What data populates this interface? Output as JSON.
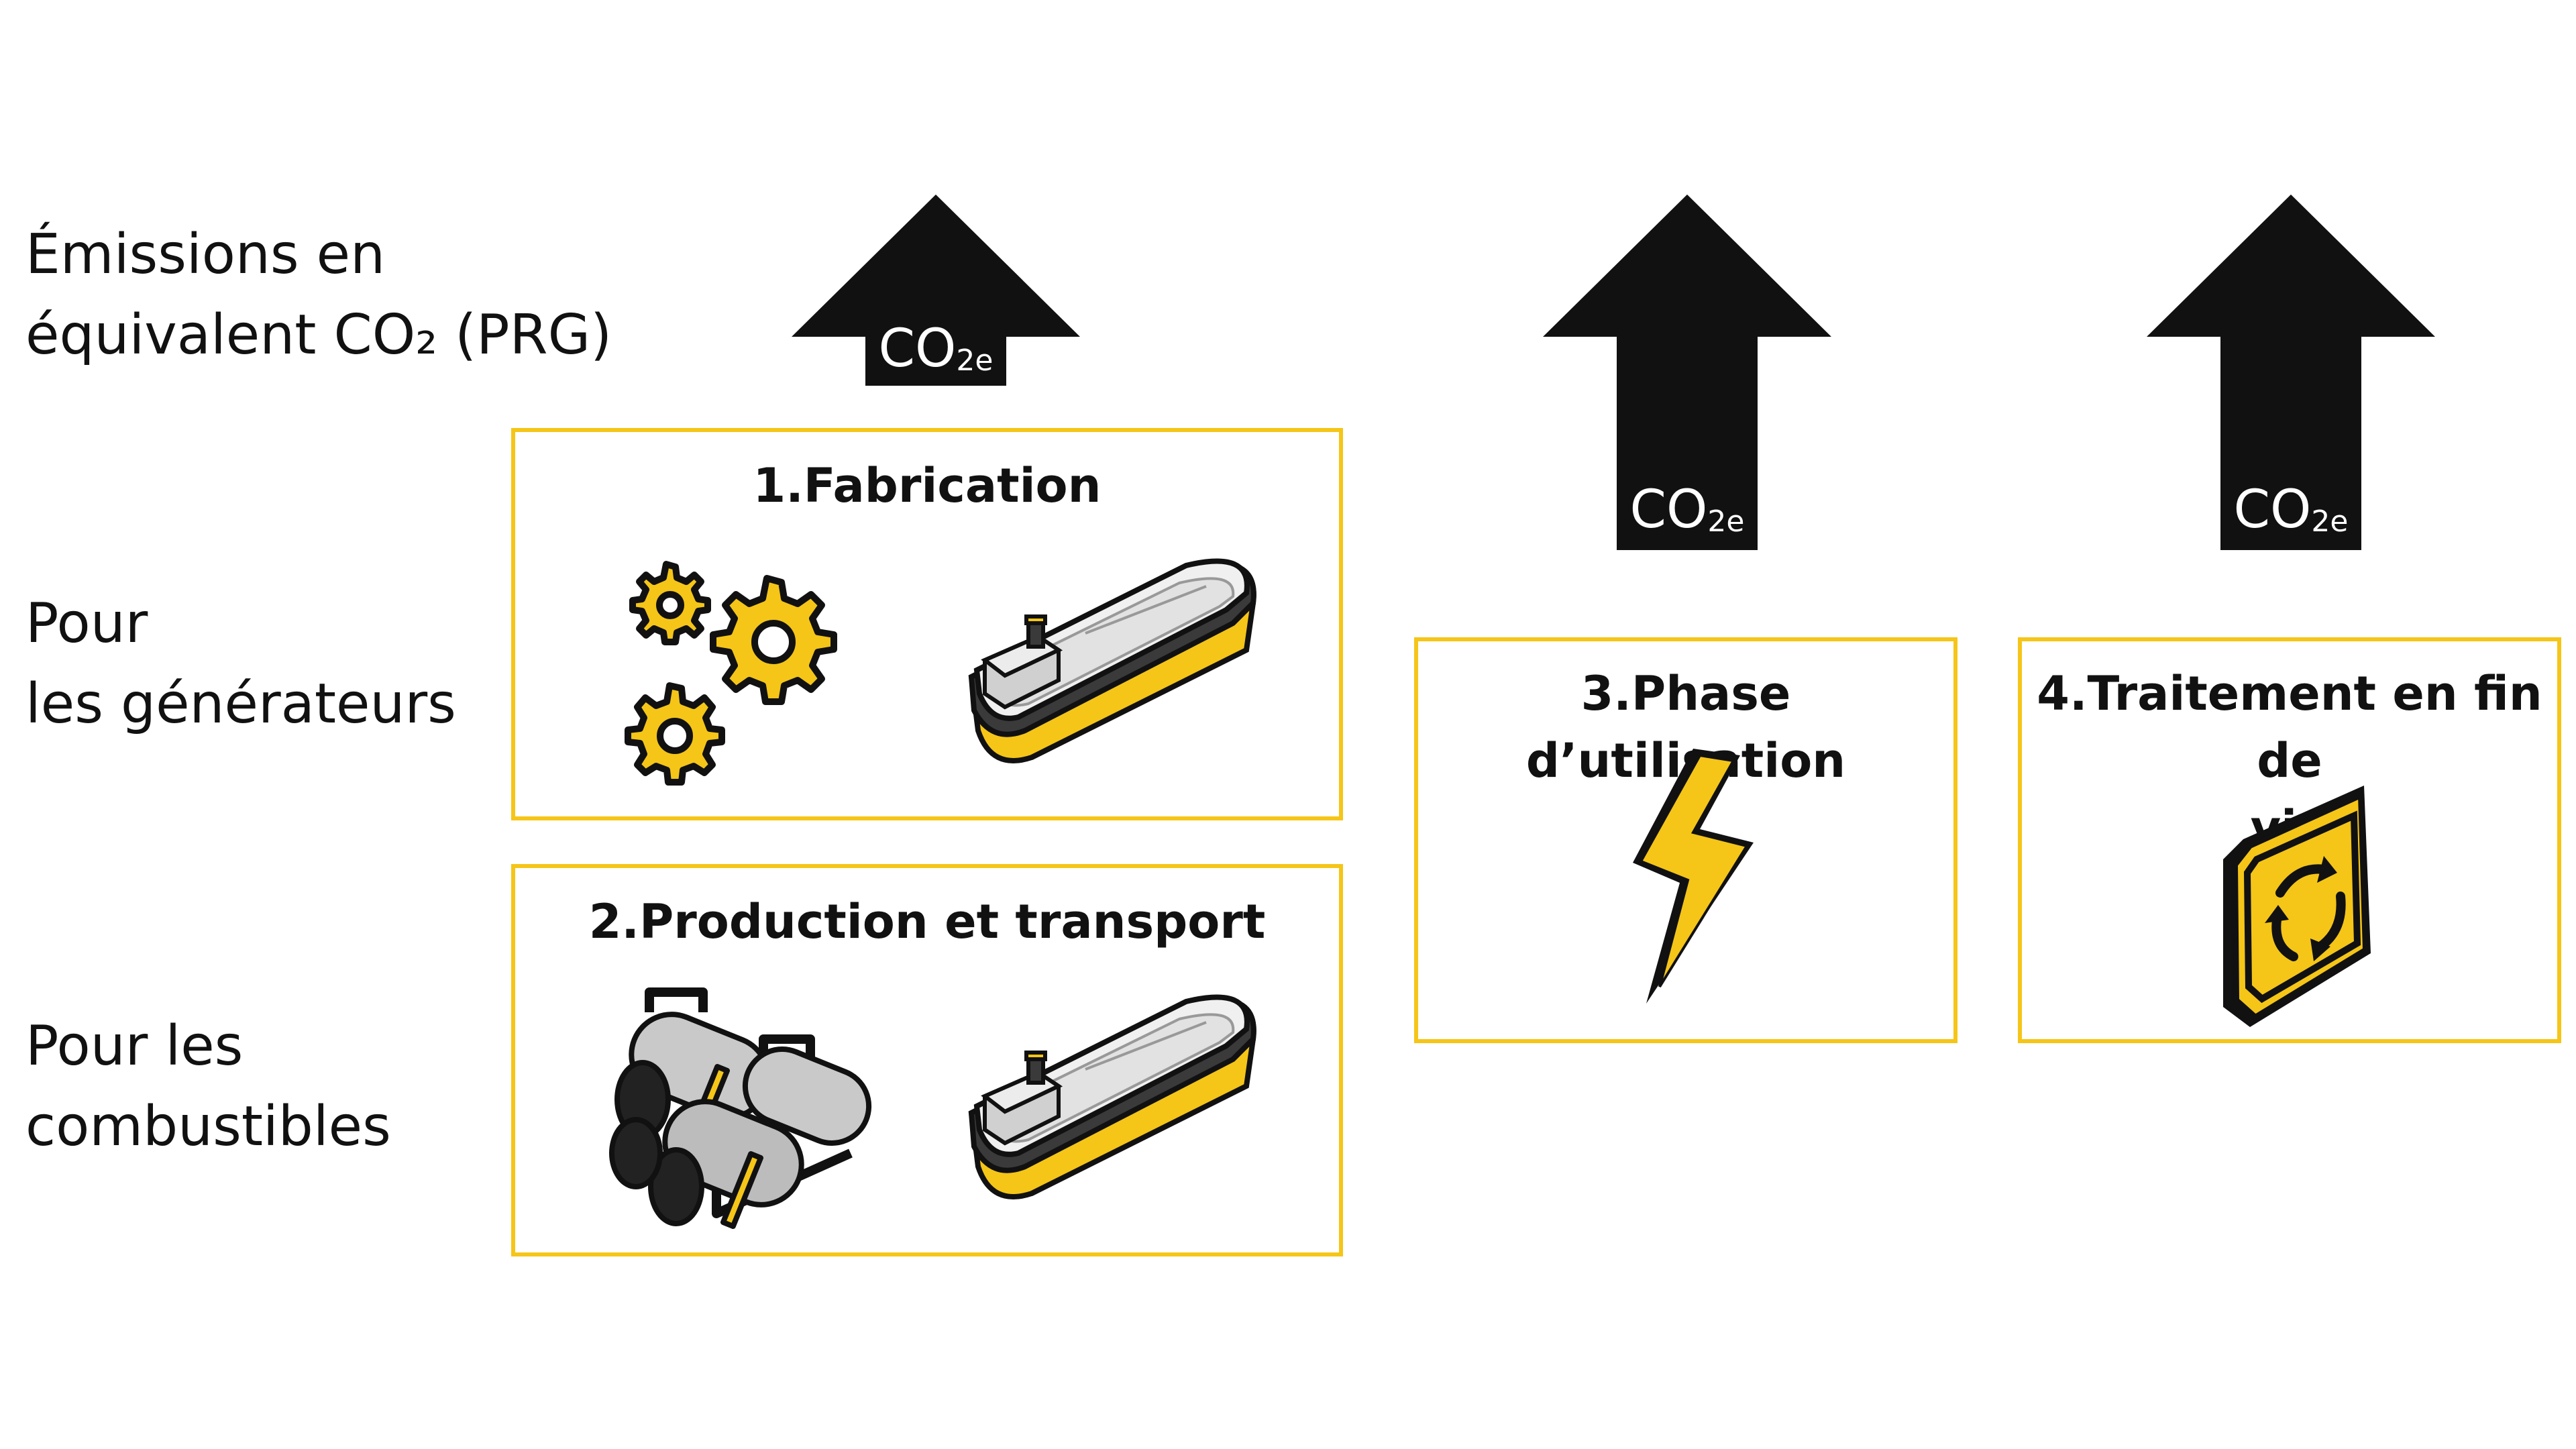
{
  "labels": {
    "emissions": {
      "line1": "Émissions en",
      "line2": "équivalent CO₂ (PRG)"
    },
    "generators": {
      "line1": "Pour",
      "line2": "les générateurs"
    },
    "fuels": {
      "line1": "Pour les",
      "line2": "combustibles"
    }
  },
  "arrows": [
    {
      "main": "CO",
      "sub": "2e"
    },
    {
      "main": "CO",
      "sub": "2e"
    },
    {
      "main": "CO",
      "sub": "2e"
    }
  ],
  "boxes": {
    "fabrication": {
      "title": "1.Fabrication",
      "icons": [
        "gears-icon",
        "ship-icon"
      ]
    },
    "production": {
      "title": "2.Production et transport",
      "icons": [
        "fuel-tanks-icon",
        "ship-icon"
      ]
    },
    "usage": {
      "title": "3.Phase d’utilisation",
      "icons": [
        "lightning-icon"
      ]
    },
    "end_of_life": {
      "title_line1": "4.Traitement en fin de",
      "title_line2": "vie",
      "icons": [
        "recycle-sign-icon"
      ]
    }
  },
  "colors": {
    "accent": "#f5c518",
    "dark": "#111111",
    "grey": "#c9c9c9"
  }
}
